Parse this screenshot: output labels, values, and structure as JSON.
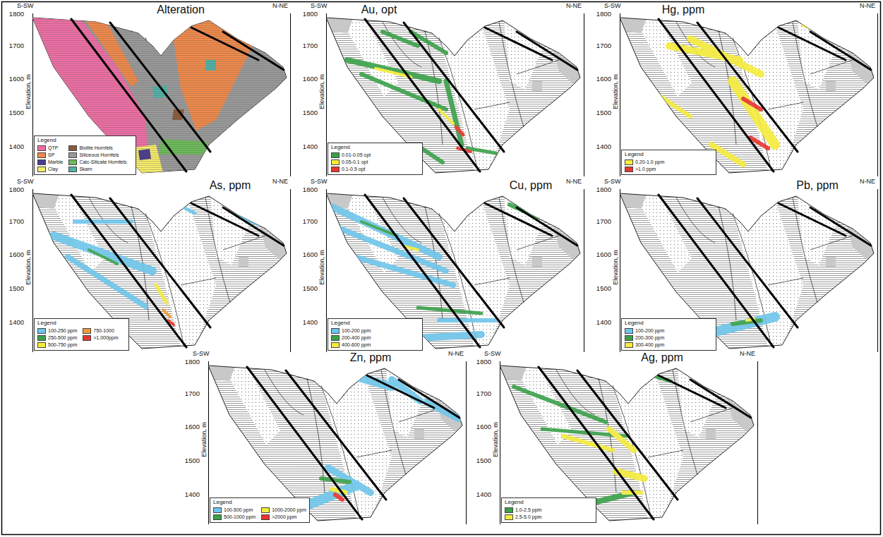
{
  "diagram": {
    "nodes": [
      {
        "text": [
          "Alteration"
        ]
      },
      {
        "text": [
          "Legend"
        ],
        "in": 0
      },
      {
        "text": [
          "Au, opt"
        ]
      },
      {
        "text": [
          "Legend"
        ],
        "in": 2
      },
      {
        "text": [
          "Hg, ppm"
        ]
      },
      {
        "text": [
          "Legend"
        ],
        "in": 4
      },
      {
        "text": [
          "As, ppm"
        ]
      },
      {
        "text": [
          "Legend"
        ],
        "in": 6
      },
      {
        "text": [
          "Cu, ppm"
        ]
      },
      {
        "text": [
          "Legend"
        ],
        "in": 8
      },
      {
        "text": [
          "Pb, ppm"
        ]
      },
      {
        "text": [
          "Legend"
        ],
        "in": 10
      },
      {
        "text": [
          "Zn, ppm"
        ]
      },
      {
        "text": [
          "Legend"
        ],
        "in": 12
      },
      {
        "text": [
          "Ag, ppm"
        ]
      },
      {
        "text": [
          "Legend"
        ],
        "in": 14
      }
    ],
    "labels": [
      "S-SW",
      "N-NE",
      "Elevation, m",
      "1800",
      "1700",
      "1600",
      "1500",
      "1400",
      "S-SW",
      "N-NE",
      "Elevation, m",
      "1800",
      "1700",
      "1600",
      "1500",
      "1400",
      "S-SW",
      "N-NE",
      "Elevation, m",
      "1800",
      "1700",
      "1600",
      "1500",
      "1400",
      "S-SW",
      "N-NE",
      "Elevation, m",
      "1800",
      "1700",
      "1600",
      "1500",
      "1400",
      "S-SW",
      "N-NE",
      "Elevation, m",
      "1800",
      "1700",
      "1600",
      "1500",
      "1400",
      "S-SW",
      "N-NE",
      "Elevation, m",
      "1800",
      "1700",
      "1600",
      "1500",
      "1400",
      "S-SW",
      "N-NE",
      "Elevation, m",
      "1800",
      "1700",
      "1600",
      "1500",
      "1400",
      "S-SW",
      "N-NE",
      "Elevation, m",
      "1800",
      "1700",
      "1600",
      "1500",
      "1400"
    ],
    "legend": [
      {
        "text": "QTP",
        "color": "#ee6fa5"
      },
      {
        "text": "SP",
        "color": "#f08a4b"
      },
      {
        "text": "Marble",
        "color": "#4b3c8f"
      },
      {
        "text": "Clay",
        "color": "#f5ec6a"
      },
      {
        "text": "Biotite Hornfels",
        "color": "#8b5a3c"
      },
      {
        "text": "Siliceous Hornfels",
        "color": "#9a9a9a"
      },
      {
        "text": "Calc-Silicate Hornfels",
        "color": "#6dbb5a"
      },
      {
        "text": "Skarn",
        "color": "#4fb3a5"
      },
      {
        "text": "0.01-0.05 opt",
        "color": "#3aa04a"
      },
      {
        "text": "0.05-0.1 opt",
        "color": "#f5ec3c"
      },
      {
        "text": "0.1-0.5 opt",
        "color": "#e8352e"
      },
      {
        "text": "0.20-1.0 ppm",
        "color": "#f5ec3c"
      },
      {
        "text": ">1.0 ppm",
        "color": "#e8352e"
      },
      {
        "text": "100-250 ppm",
        "color": "#6ec6ea"
      },
      {
        "text": "250-500 ppm",
        "color": "#3aa04a"
      },
      {
        "text": "500-750 ppm",
        "color": "#f5ec3c"
      },
      {
        "text": "750-1000",
        "color": "#f39a3a"
      },
      {
        "text": ">1,000ppm",
        "color": "#e8352e"
      },
      {
        "text": "100-200 ppm",
        "color": "#6ec6ea"
      },
      {
        "text": "200-400 ppm",
        "color": "#3aa04a"
      },
      {
        "text": "400-600 ppm",
        "color": "#f5ec3c"
      },
      {
        "text": "100-200 ppm",
        "color": "#6ec6ea"
      },
      {
        "text": "200-300 ppm",
        "color": "#3aa04a"
      },
      {
        "text": "300-400 ppm",
        "color": "#f5ec3c"
      },
      {
        "text": "100-500 ppm",
        "color": "#6ec6ea"
      },
      {
        "text": "500-1000 ppm",
        "color": "#3aa04a"
      },
      {
        "text": "1000-2000 ppm",
        "color": "#f5ec3c"
      },
      {
        "text": ">2000 ppm",
        "color": "#e8352e"
      },
      {
        "text": "1.0-2.5 ppm",
        "color": "#3aa04a"
      },
      {
        "text": "2.5-5.0 ppm",
        "color": "#f5ec3c"
      }
    ]
  }
}
